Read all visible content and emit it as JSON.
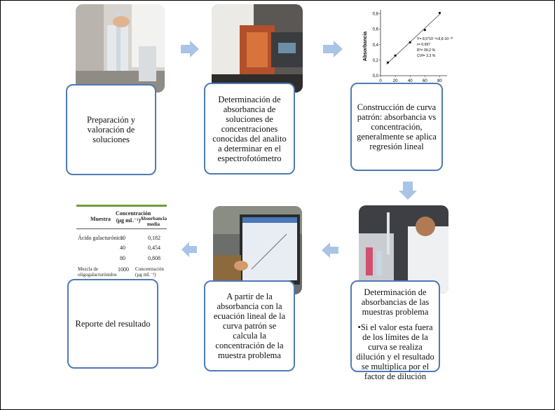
{
  "colors": {
    "box_border": "#4f7ab5",
    "arrow": "#a9c4e6",
    "table_header": "#6e9e3c"
  },
  "steps": [
    {
      "id": "step1",
      "text": "Preparación y valoración de soluciones"
    },
    {
      "id": "step2",
      "text": "Determinación de absorbancia de soluciones de concentraciones conocidas del analito a determinar en el espectrofotómetro"
    },
    {
      "id": "step3",
      "text": "Construcción de curva patrón: absorbancia vs concentración, generalmente se aplica regresión lineal"
    },
    {
      "id": "step4",
      "title": "Determinación de absorbancias de las muestras problema",
      "bullet": "•Si el valor esta fuera de los límites de la curva se realiza dilución y el resultado se multiplica por el factor de dilución"
    },
    {
      "id": "step5",
      "text": "A partir de la absorbancia con la ecuación lineal de la curva patrón se calcula la concentración  de la muestra problema"
    },
    {
      "id": "step6",
      "text": "Reporte del resultado"
    }
  ],
  "chart_data": {
    "type": "scatter",
    "ylabel": "Absorbancia",
    "xlabel": "",
    "xticks": [
      "0",
      "20",
      "40",
      "60",
      "80"
    ],
    "yticks": [
      "0,0",
      "0,2",
      "0,4",
      "0,6",
      "0,8"
    ],
    "xlim": [
      0,
      90
    ],
    "ylim": [
      0,
      0.85
    ],
    "x": [
      10,
      20,
      40,
      60,
      80
    ],
    "y": [
      0.17,
      0.26,
      0.43,
      0.59,
      0.81
    ],
    "annotations": [
      "Y= 8,5*10⁻³+9,8·10⁻³*X",
      "r= 0,997",
      "R²= 99,2 %",
      "CVf= 3,3 %"
    ]
  },
  "result_table": {
    "headers": [
      "Muestra",
      "Concentración (µg mL⁻¹)",
      "Absorbancia media"
    ],
    "rows": [
      [
        "Ácido galacturónico",
        "10",
        "0,182"
      ],
      [
        "",
        "40",
        "0,454"
      ],
      [
        "",
        "80",
        "0,808"
      ],
      [
        "Mezcla de oligogalacturónidos",
        "1000",
        "Concentración (µg mL⁻¹)"
      ]
    ]
  }
}
